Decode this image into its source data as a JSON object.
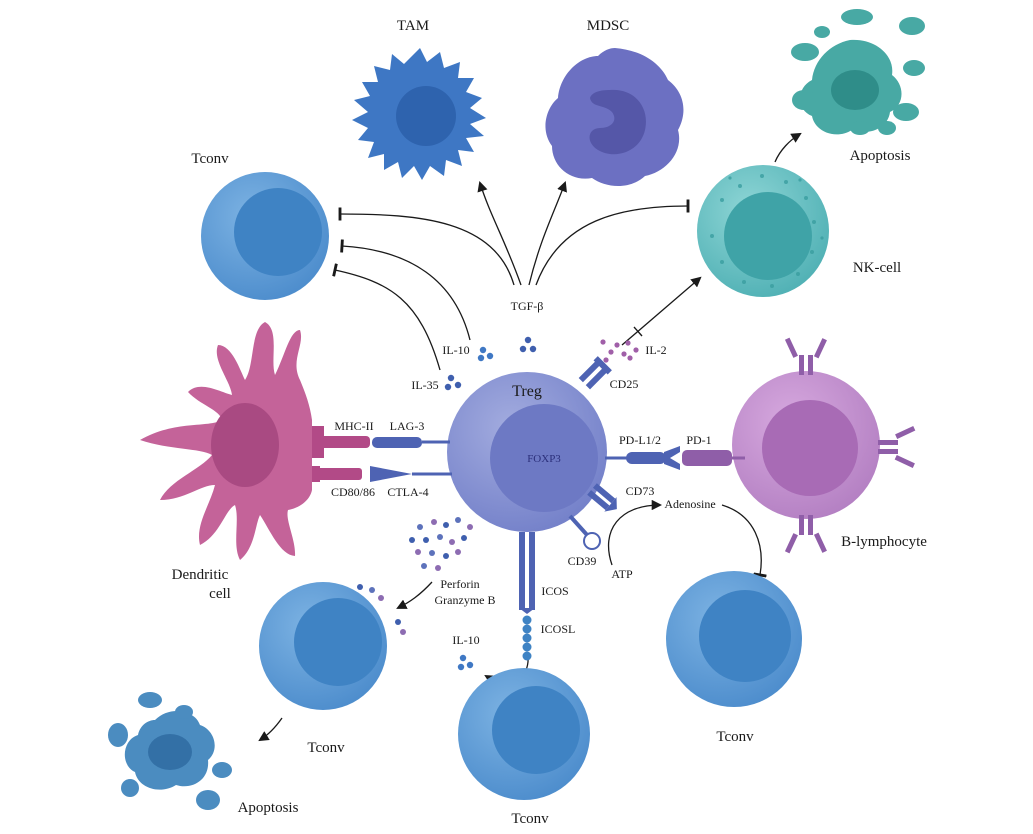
{
  "colors": {
    "treg": "#8893d3",
    "treg_nucleus": "#6d79c4",
    "tconv": "#5f9fd8",
    "tconv_nucleus": "#3f83c4",
    "tam": "#3e77c4",
    "mdsc": "#6c70c2",
    "nk": "#6cc4c6",
    "nk_apoptosis": "#48a9a4",
    "tconv_apoptosis": "#4b8cc0",
    "b_cell": "#c592d0",
    "dendritic": "#c46399",
    "receptor_blue": "#4e63b3",
    "receptor_pink": "#b24a87",
    "receptor_purple": "#8f5ea8",
    "line": "#1a1a1a"
  },
  "cells": {
    "treg": {
      "label": "Treg",
      "nucleus_label": "FOXP3"
    },
    "tam": {
      "label": "TAM"
    },
    "mdsc": {
      "label": "MDSC"
    },
    "tconv_top_left": {
      "label": "Tconv"
    },
    "nk_cell": {
      "label": "NK-cell"
    },
    "apoptosis_nk": {
      "label": "Apoptosis"
    },
    "dendritic": {
      "label_line1": "Dendritic",
      "label_line2": "cell"
    },
    "b_lymphocyte": {
      "label": "B-lymphocyte"
    },
    "tconv_bottom_left": {
      "label": "Tconv"
    },
    "apoptosis_tconv": {
      "label": "Apoptosis"
    },
    "tconv_bottom_center": {
      "label": "Tconv"
    },
    "tconv_bottom_right": {
      "label": "Tconv"
    }
  },
  "molecules": {
    "tgf_beta": "TGF-β",
    "il10_top": "IL-10",
    "il35": "IL-35",
    "il2": "IL-2",
    "cd25": "CD25",
    "mhc_ii": "MHC-II",
    "lag3": "LAG-3",
    "cd80_86": "CD80/86",
    "ctla4": "CTLA-4",
    "pd_l1_2": "PD-L1/2",
    "pd1": "PD-1",
    "cd73": "CD73",
    "adenosine": "Adenosine",
    "cd39": "CD39",
    "atp": "ATP",
    "perforin": "Perforin",
    "granzyme_b": "Granzyme B",
    "icos": "ICOS",
    "icosl": "ICOSL",
    "il10_bottom": "IL-10"
  },
  "icons": [
    "cell-icon",
    "nucleus-icon",
    "receptor-icon",
    "cytokine-dot-icon",
    "arrow-icon",
    "inhibition-bar-icon"
  ]
}
